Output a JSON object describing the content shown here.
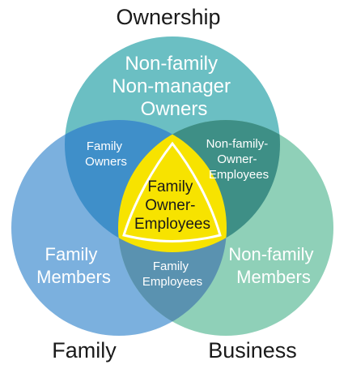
{
  "colors": {
    "ownership": "#6bbfc3",
    "family": "#7bb0de",
    "business": "#8fd0b8",
    "family_owners": "#3f8fc9",
    "nonfamily_owner_employees": "#3e8f86",
    "family_employees": "#5a92b0",
    "center": "#f7e300",
    "center_outline": "#ffffff"
  },
  "titles": {
    "ownership": "Ownership",
    "family": "Family",
    "business": "Business"
  },
  "regions": {
    "ownership_only": [
      "Non-family",
      "Non-manager",
      "Owners"
    ],
    "family_only": [
      "Family",
      "Members"
    ],
    "business_only": [
      "Non-family",
      "Members"
    ],
    "family_owners": [
      "Family",
      "Owners"
    ],
    "nonfamily_owner_employees": [
      "Non-family-",
      "Owner-",
      "Employees"
    ],
    "family_employees": [
      "Family",
      "Employees"
    ],
    "center": [
      "Family",
      "Owner-",
      "Employees"
    ]
  }
}
